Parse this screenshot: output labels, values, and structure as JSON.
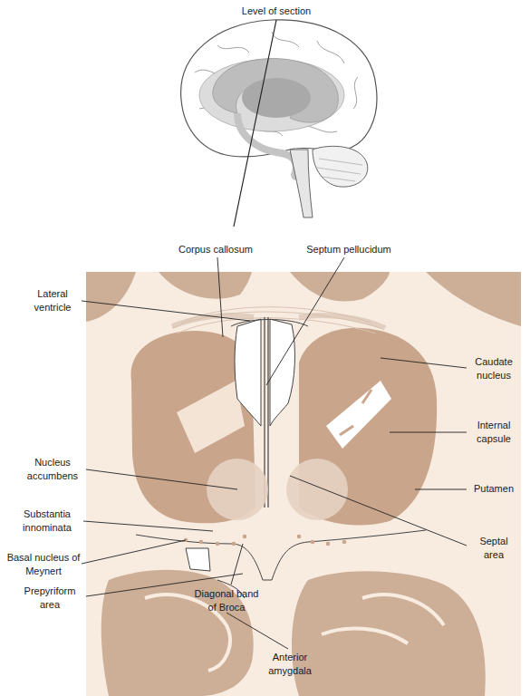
{
  "diagram": {
    "labels": [
      "Level of section",
      "Corpus callosum",
      "Septum pellucidum",
      "Lateral ventricle",
      "Caudate nucleus",
      "Internal capsule",
      "Nucleus accumbens",
      "Putamen",
      "Substantia innominata",
      "Septal area",
      "Basal nucleus of Meynert",
      "Prepyriform area",
      "Diagonal band of Broca",
      "Anterior amygdala"
    ]
  }
}
